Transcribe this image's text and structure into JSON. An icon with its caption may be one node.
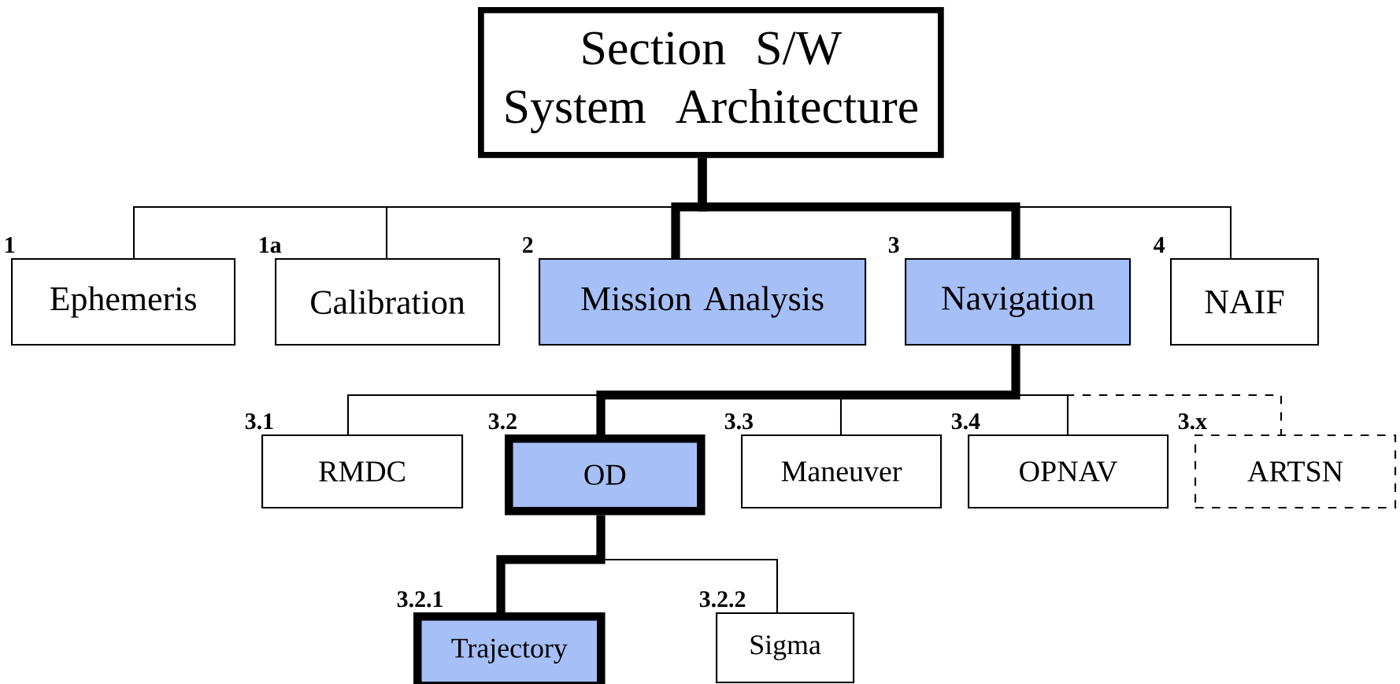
{
  "diagram": {
    "nodes": [
      {
        "text": [
          "Section S/W System Architecture"
        ]
      },
      {
        "text": [
          "Ephemeris"
        ],
        "beside": [
          "1"
        ]
      },
      {
        "text": [
          "Calibration"
        ],
        "beside": [
          "1a"
        ]
      },
      {
        "text": [
          "Mission Analysis"
        ],
        "beside": [
          "2"
        ]
      },
      {
        "text": [
          "Navigation"
        ],
        "beside": [
          "3"
        ]
      },
      {
        "text": [
          "NAIF"
        ],
        "beside": [
          "4"
        ]
      },
      {
        "text": [
          "RMDC"
        ],
        "beside": [
          "3.1"
        ]
      },
      {
        "text": [
          "OD"
        ],
        "beside": [
          "3.2"
        ]
      },
      {
        "text": [
          "Maneuver"
        ],
        "beside": [
          "3.3"
        ]
      },
      {
        "text": [
          "OPNAV"
        ],
        "beside": [
          "3.4"
        ]
      },
      {
        "text": [
          "ARTSN"
        ],
        "beside": [
          "3.x"
        ]
      },
      {
        "text": [
          "Trajectory"
        ],
        "beside": [
          "3.2.1"
        ]
      },
      {
        "text": [
          "Sigma"
        ],
        "beside": [
          "3.2.2"
        ]
      }
    ],
    "edges": [
      {
        "from": 0,
        "to": 1,
        "arrow": "none"
      },
      {
        "from": 0,
        "to": 2,
        "arrow": "none"
      },
      {
        "from": 0,
        "to": 3,
        "arrow": "none",
        "style": "thick"
      },
      {
        "from": 0,
        "to": 4,
        "arrow": "none",
        "style": "thick"
      },
      {
        "from": 0,
        "to": 5,
        "arrow": "none"
      },
      {
        "from": 4,
        "to": 6,
        "arrow": "none"
      },
      {
        "from": 4,
        "to": 7,
        "arrow": "none",
        "style": "thick"
      },
      {
        "from": 4,
        "to": 8,
        "arrow": "none"
      },
      {
        "from": 4,
        "to": 9,
        "arrow": "none"
      },
      {
        "from": 4,
        "to": 10,
        "arrow": "none",
        "style": "dashed"
      },
      {
        "from": 7,
        "to": 11,
        "arrow": "none",
        "style": "thick"
      },
      {
        "from": 7,
        "to": 12,
        "arrow": "none"
      }
    ]
  }
}
